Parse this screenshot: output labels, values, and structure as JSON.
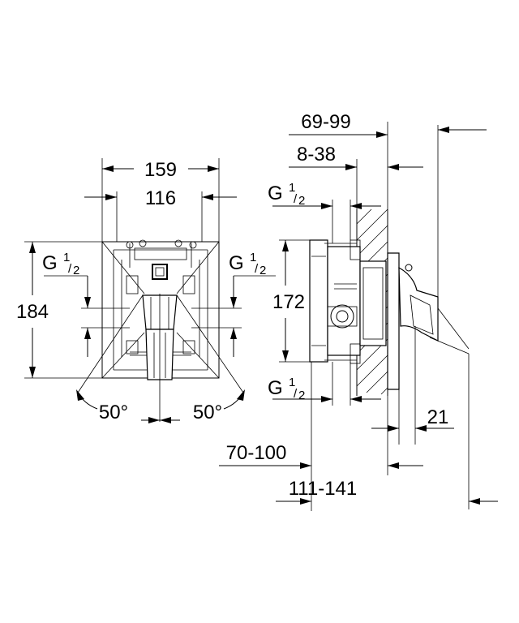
{
  "front_view": {
    "width_outer": "159",
    "width_inner": "116",
    "height": "184",
    "thread_left": "G",
    "thread_right": "G",
    "frac_num": "1",
    "frac_den": "2",
    "angle_left": "50°",
    "angle_right": "50°"
  },
  "side_view": {
    "depth_range_top": "69-99",
    "depth_small": "8-38",
    "thread_top": "G",
    "height": "172",
    "thread_bottom": "G",
    "offset": "21",
    "depth_mid": "70-100",
    "depth_total": "111-141",
    "frac_num": "1",
    "frac_den": "2"
  }
}
